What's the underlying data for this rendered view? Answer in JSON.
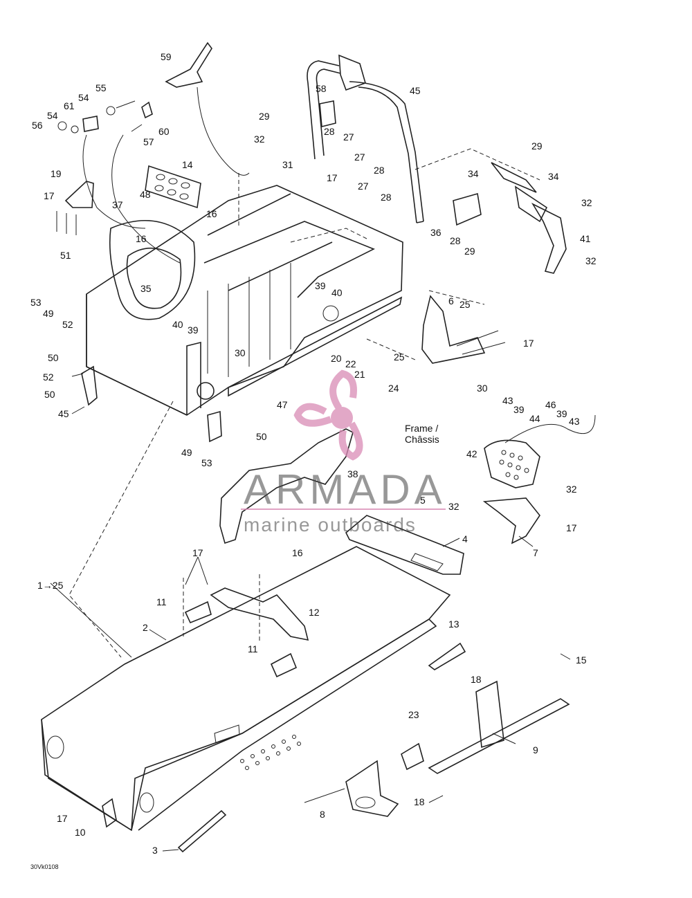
{
  "diagram": {
    "code": "30Vk0108",
    "frame_label_line1": "Frame /",
    "frame_label_line2": "Châssis",
    "range_label": "1→25"
  },
  "watermark": {
    "brand": "ARMADA",
    "tagline": "marine outboards",
    "accent_color": "#d98bb5"
  },
  "callouts": [
    {
      "id": "c59",
      "text": "59"
    },
    {
      "id": "c55",
      "text": "55"
    },
    {
      "id": "c54a",
      "text": "54"
    },
    {
      "id": "c61",
      "text": "61"
    },
    {
      "id": "c54b",
      "text": "54"
    },
    {
      "id": "c56",
      "text": "56"
    },
    {
      "id": "c60",
      "text": "60"
    },
    {
      "id": "c57",
      "text": "57"
    },
    {
      "id": "c58",
      "text": "58"
    },
    {
      "id": "c45a",
      "text": "45"
    },
    {
      "id": "c29a",
      "text": "29"
    },
    {
      "id": "c28a",
      "text": "28"
    },
    {
      "id": "c27a",
      "text": "27"
    },
    {
      "id": "c27b",
      "text": "27"
    },
    {
      "id": "c28b",
      "text": "28"
    },
    {
      "id": "c32a",
      "text": "32"
    },
    {
      "id": "c31",
      "text": "31"
    },
    {
      "id": "c14",
      "text": "14"
    },
    {
      "id": "c19",
      "text": "19"
    },
    {
      "id": "c17a",
      "text": "17"
    },
    {
      "id": "c48",
      "text": "48"
    },
    {
      "id": "c16a",
      "text": "16"
    },
    {
      "id": "c37",
      "text": "37"
    },
    {
      "id": "c17b",
      "text": "17"
    },
    {
      "id": "c27c",
      "text": "27"
    },
    {
      "id": "c28c",
      "text": "28"
    },
    {
      "id": "c29b",
      "text": "29"
    },
    {
      "id": "c34a",
      "text": "34"
    },
    {
      "id": "c34b",
      "text": "34"
    },
    {
      "id": "c32b",
      "text": "32"
    },
    {
      "id": "c36",
      "text": "36"
    },
    {
      "id": "c28d",
      "text": "28"
    },
    {
      "id": "c29c",
      "text": "29"
    },
    {
      "id": "c41",
      "text": "41"
    },
    {
      "id": "c32c",
      "text": "32"
    },
    {
      "id": "c16b",
      "text": "16"
    },
    {
      "id": "c51",
      "text": "51"
    },
    {
      "id": "c35",
      "text": "35"
    },
    {
      "id": "c53a",
      "text": "53"
    },
    {
      "id": "c49a",
      "text": "49"
    },
    {
      "id": "c39a",
      "text": "39"
    },
    {
      "id": "c40a",
      "text": "40"
    },
    {
      "id": "c6",
      "text": "6"
    },
    {
      "id": "c25a",
      "text": "25"
    },
    {
      "id": "c52a",
      "text": "52"
    },
    {
      "id": "c40b",
      "text": "40"
    },
    {
      "id": "c39b",
      "text": "39"
    },
    {
      "id": "c17c",
      "text": "17"
    },
    {
      "id": "c50a",
      "text": "50"
    },
    {
      "id": "c30a",
      "text": "30"
    },
    {
      "id": "c20",
      "text": "20"
    },
    {
      "id": "c22",
      "text": "22"
    },
    {
      "id": "c25b",
      "text": "25"
    },
    {
      "id": "c21",
      "text": "21"
    },
    {
      "id": "c52b",
      "text": "52"
    },
    {
      "id": "c50b",
      "text": "50"
    },
    {
      "id": "c24",
      "text": "24"
    },
    {
      "id": "c45b",
      "text": "45"
    },
    {
      "id": "c47",
      "text": "47"
    },
    {
      "id": "c30b",
      "text": "30"
    },
    {
      "id": "c43a",
      "text": "43"
    },
    {
      "id": "c39c",
      "text": "39"
    },
    {
      "id": "c46",
      "text": "46"
    },
    {
      "id": "c39d",
      "text": "39"
    },
    {
      "id": "c43b",
      "text": "43"
    },
    {
      "id": "c44",
      "text": "44"
    },
    {
      "id": "c50c",
      "text": "50"
    },
    {
      "id": "c49b",
      "text": "49"
    },
    {
      "id": "c53b",
      "text": "53"
    },
    {
      "id": "c42",
      "text": "42"
    },
    {
      "id": "c32d",
      "text": "32"
    },
    {
      "id": "c38",
      "text": "38"
    },
    {
      "id": "c5",
      "text": "5"
    },
    {
      "id": "c32e",
      "text": "32"
    },
    {
      "id": "c17d",
      "text": "17"
    },
    {
      "id": "c4",
      "text": "4"
    },
    {
      "id": "c7",
      "text": "7"
    },
    {
      "id": "c16c",
      "text": "16"
    },
    {
      "id": "c17e",
      "text": "17"
    },
    {
      "id": "c11a",
      "text": "11"
    },
    {
      "id": "c12",
      "text": "12"
    },
    {
      "id": "c2",
      "text": "2"
    },
    {
      "id": "c13",
      "text": "13"
    },
    {
      "id": "c11b",
      "text": "11"
    },
    {
      "id": "c15",
      "text": "15"
    },
    {
      "id": "c18a",
      "text": "18"
    },
    {
      "id": "c23",
      "text": "23"
    },
    {
      "id": "c9",
      "text": "9"
    },
    {
      "id": "c8",
      "text": "8"
    },
    {
      "id": "c18b",
      "text": "18"
    },
    {
      "id": "c17f",
      "text": "17"
    },
    {
      "id": "c10",
      "text": "10"
    },
    {
      "id": "c3",
      "text": "3"
    }
  ]
}
